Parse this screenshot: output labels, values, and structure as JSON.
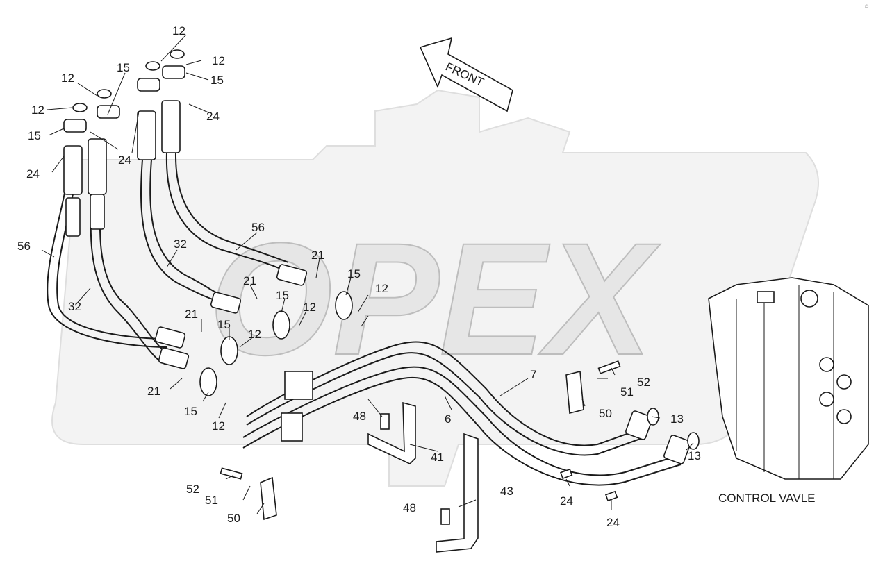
{
  "diagram": {
    "front_label": "FRONT",
    "watermark": "OPEX",
    "valve_label": "CONTROL VAVLE",
    "corner_mark": "© ...",
    "callouts": [
      "12",
      "12",
      "12",
      "12",
      "15",
      "15",
      "15",
      "15",
      "24",
      "24",
      "24",
      "56",
      "56",
      "32",
      "32",
      "21",
      "21",
      "21",
      "21",
      "15",
      "15",
      "15",
      "15",
      "12",
      "12",
      "12",
      "12",
      "7",
      "6",
      "52",
      "51",
      "50",
      "13",
      "13",
      "48",
      "41",
      "48",
      "43",
      "52",
      "51",
      "50",
      "24",
      "24"
    ]
  }
}
